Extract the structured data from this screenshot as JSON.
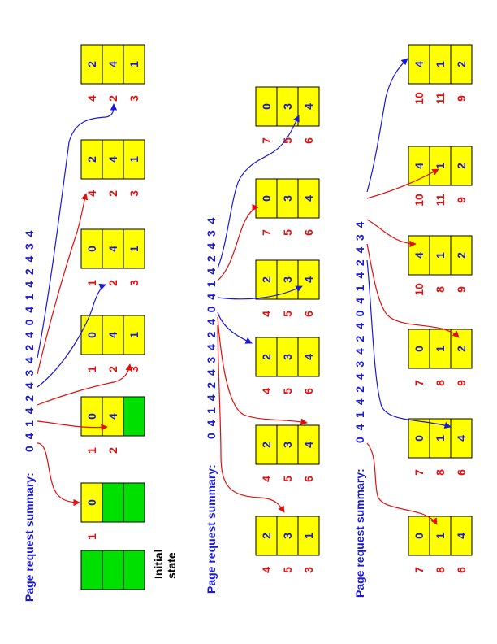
{
  "colors": {
    "frame_filled": "#ffff00",
    "frame_empty": "#00e000",
    "border": "#000000",
    "page_number": "#1a1ad6",
    "counter": "#e01010",
    "arrow_red": "#e01010",
    "arrow_blue": "#1a1ad6"
  },
  "initial_state_label": [
    "Initial",
    "state"
  ],
  "rows": [
    {
      "summary_label": "Page request summary:",
      "sequence": "0  4  1  4  2  4  3  4  2  4  0  4  1  4  2  4  3  4",
      "states": [
        {
          "frames": [
            "0",
            "",
            ""
          ],
          "counters": [
            "1",
            "",
            ""
          ]
        },
        {
          "frames": [
            "0",
            "4",
            ""
          ],
          "counters": [
            "1",
            "2",
            ""
          ]
        },
        {
          "frames": [
            "0",
            "4",
            "1"
          ],
          "counters": [
            "1",
            "2",
            "3"
          ]
        },
        {
          "frames": [
            "0",
            "4",
            "1"
          ],
          "counters": [
            "1",
            "2",
            "3"
          ]
        },
        {
          "frames": [
            "2",
            "4",
            "1"
          ],
          "counters": [
            "4",
            "2",
            "3"
          ]
        },
        {
          "frames": [
            "2",
            "4",
            "1"
          ],
          "counters": [
            "4",
            "2",
            "3"
          ]
        }
      ]
    },
    {
      "summary_label": "Page request summary:",
      "sequence": "0  4  1  4  2  4  3  4  2  4  0  4  1  4  2  4  3  4",
      "states": [
        {
          "frames": [
            "2",
            "3",
            "1"
          ],
          "counters": [
            "4",
            "5",
            "3"
          ]
        },
        {
          "frames": [
            "2",
            "3",
            "4"
          ],
          "counters": [
            "4",
            "5",
            "6"
          ]
        },
        {
          "frames": [
            "2",
            "3",
            "4"
          ],
          "counters": [
            "4",
            "5",
            "6"
          ]
        },
        {
          "frames": [
            "2",
            "3",
            "4"
          ],
          "counters": [
            "4",
            "5",
            "6"
          ]
        },
        {
          "frames": [
            "0",
            "3",
            "4"
          ],
          "counters": [
            "7",
            "5",
            "6"
          ]
        },
        {
          "frames": [
            "0",
            "3",
            "4"
          ],
          "counters": [
            "7",
            "5",
            "6"
          ]
        }
      ]
    },
    {
      "summary_label": "Page request summary:",
      "sequence": "0  4  1  4  2  4  3  4  2  4  0  4  1  4  2  4  3  4",
      "states": [
        {
          "frames": [
            "0",
            "1",
            "4"
          ],
          "counters": [
            "7",
            "8",
            "6"
          ]
        },
        {
          "frames": [
            "0",
            "1",
            "4"
          ],
          "counters": [
            "7",
            "8",
            "6"
          ]
        },
        {
          "frames": [
            "0",
            "1",
            "2"
          ],
          "counters": [
            "7",
            "8",
            "9"
          ]
        },
        {
          "frames": [
            "4",
            "1",
            "2"
          ],
          "counters": [
            "10",
            "8",
            "9"
          ]
        },
        {
          "frames": [
            "4",
            "1",
            "2"
          ],
          "counters": [
            "10",
            "11",
            "9"
          ]
        },
        {
          "frames": [
            "4",
            "1",
            "2"
          ],
          "counters": [
            "10",
            "11",
            "9"
          ]
        }
      ]
    }
  ]
}
